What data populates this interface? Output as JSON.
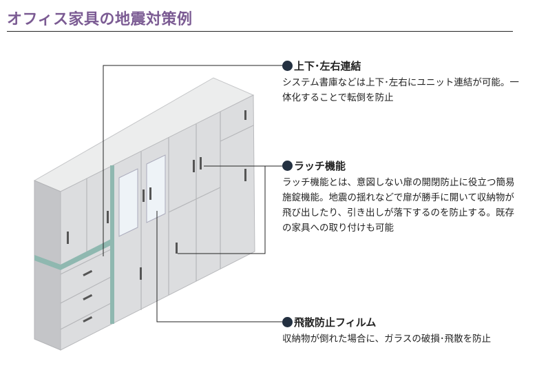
{
  "title": "オフィス家具の地震対策例",
  "callouts": [
    {
      "heading": "上下･左右連結",
      "body": "システム書庫などは上下･左右にユニット連結が可能。一体化することで転倒を防止"
    },
    {
      "heading": "ラッチ機能",
      "body": "ラッチ機能とは、意図しない扉の開閉防止に役立つ簡易施錠機能。地震の揺れなどで扉が勝手に開いて収納物が飛び出したり、引き出しが落下するのを防止する。既存の家具への取り付けも可能"
    },
    {
      "heading": "飛散防止フィルム",
      "body": "収納物が倒れた場合に、ガラスの破損･飛散を防止"
    }
  ],
  "colors": {
    "title": "#7b5b93",
    "band": "#8fb8b0",
    "cabinet": "#d9dadc"
  }
}
